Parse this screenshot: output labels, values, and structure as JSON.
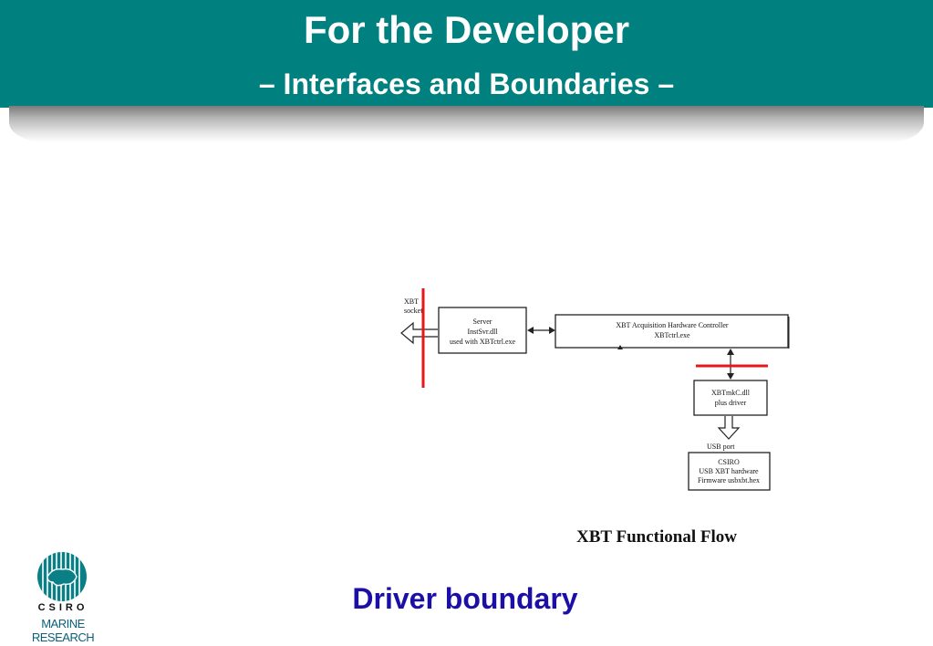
{
  "slide": {
    "title": "For the Developer",
    "subtitle": "– Interfaces and Boundaries –"
  },
  "diagram": {
    "socket_label_line1": "XBT",
    "socket_label_line2": "socket",
    "server_box": [
      "Server",
      "InstSvr.dll",
      "used with  XBTctrl.exe"
    ],
    "controller_box": [
      "XBT Acquisition Hardware Controller",
      "XBTctrl.exe"
    ],
    "dll_box": [
      "XBTmkC.dll",
      "plus driver"
    ],
    "usb_port_label": "USB port",
    "hardware_box": [
      "CSIRO",
      "USB XBT hardware",
      "Firmware usbxbt.hex"
    ],
    "caption": "XBT Functional Flow",
    "colors": {
      "boundary": "#e8151b",
      "box_stroke": "#222222"
    }
  },
  "footer": {
    "label": "Driver boundary"
  },
  "logo": {
    "name": "CSIRO",
    "division": "MARINE RESEARCH",
    "icon": "csiro-logo-icon",
    "color": "#0b7f86"
  }
}
